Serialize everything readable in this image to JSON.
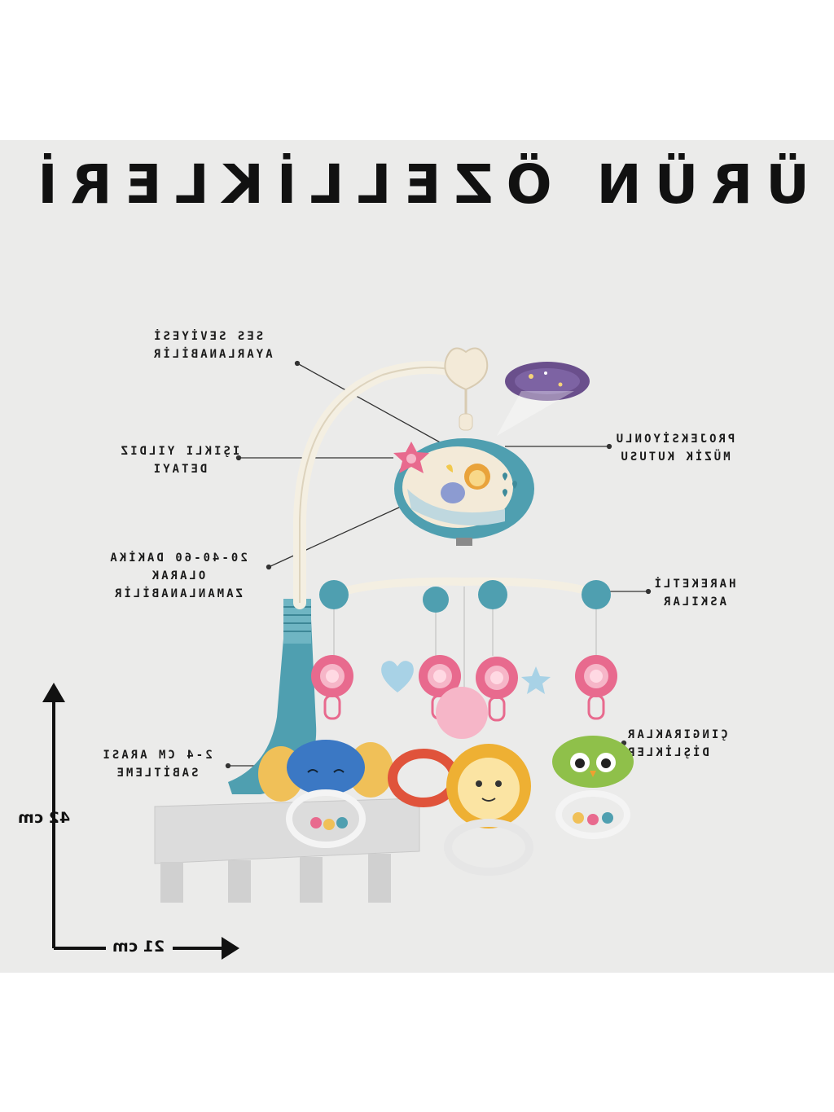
{
  "title": "ÜRÜN ÖZELLİKLERİ",
  "labels": {
    "ses": [
      "SES SEVİYESİ",
      "AYARLANABİLİR"
    ],
    "yildiz": [
      "IŞIKLI YILDIZ",
      "DETAYI"
    ],
    "zaman": [
      "20-40-60 DAKİKA",
      "OLARAK",
      "ZAMANLANABİLİR"
    ],
    "sabitleme": [
      "2-4 CM ARASI",
      "SABİTLEME"
    ],
    "projeksiyon": [
      "PROJEKSİYONLU",
      "MÜZİK KUTUSU"
    ],
    "askilar": [
      "HAREKETLİ",
      "ASKILAR"
    ],
    "cingiraklar": [
      "ÇINGIRAKLAR",
      "DİŞLİKLER"
    ]
  },
  "dimensions": {
    "height": "42 cm",
    "width": "21 cm"
  },
  "colors": {
    "panel": "#ebebea",
    "teal": "#4f9fb0",
    "pink": "#e86a8e",
    "cream": "#f3ead8"
  }
}
